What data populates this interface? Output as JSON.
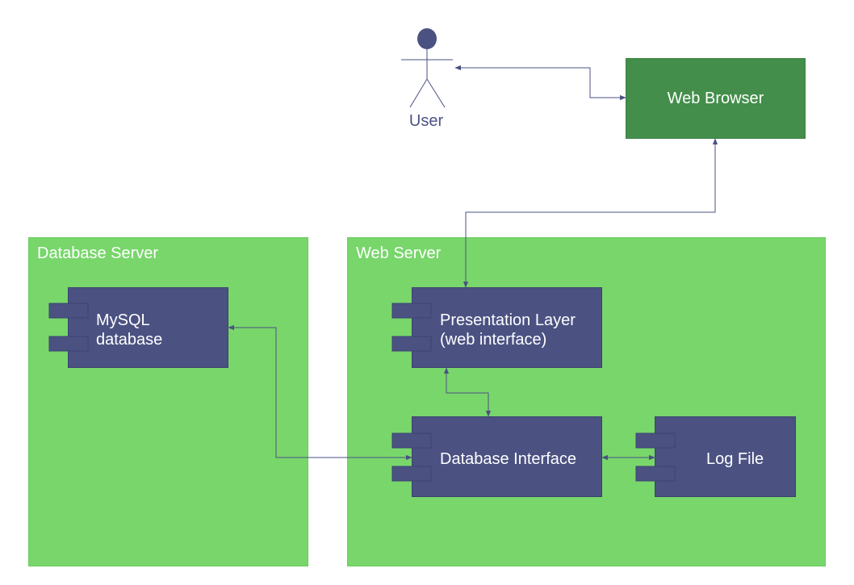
{
  "colors": {
    "server_fill": "#78d66b",
    "component_fill": "#4b5282",
    "browser_fill": "#428e4a",
    "connector": "#4b5282",
    "label_on_dark": "#ffffff",
    "user_label": "#4b5282"
  },
  "actors": {
    "user": {
      "label": "User",
      "icon": "stick-figure-actor"
    }
  },
  "nodes": {
    "web_browser": {
      "label": "Web Browser"
    },
    "database_server": {
      "title": "Database Server"
    },
    "web_server": {
      "title": "Web Server"
    }
  },
  "components": {
    "mysql": {
      "label": "MySQL\ndatabase"
    },
    "presentation": {
      "label": "Presentation Layer\n(web interface)"
    },
    "db_interface": {
      "label": "Database Interface"
    },
    "log_file": {
      "label": "Log File"
    }
  },
  "connections": [
    {
      "from": "user",
      "to": "web_browser",
      "arrows": "both"
    },
    {
      "from": "web_browser",
      "to": "presentation",
      "arrows": "both"
    },
    {
      "from": "presentation",
      "to": "db_interface",
      "arrows": "both"
    },
    {
      "from": "db_interface",
      "to": "log_file",
      "arrows": "both"
    },
    {
      "from": "db_interface",
      "to": "mysql",
      "arrows": "both"
    }
  ]
}
